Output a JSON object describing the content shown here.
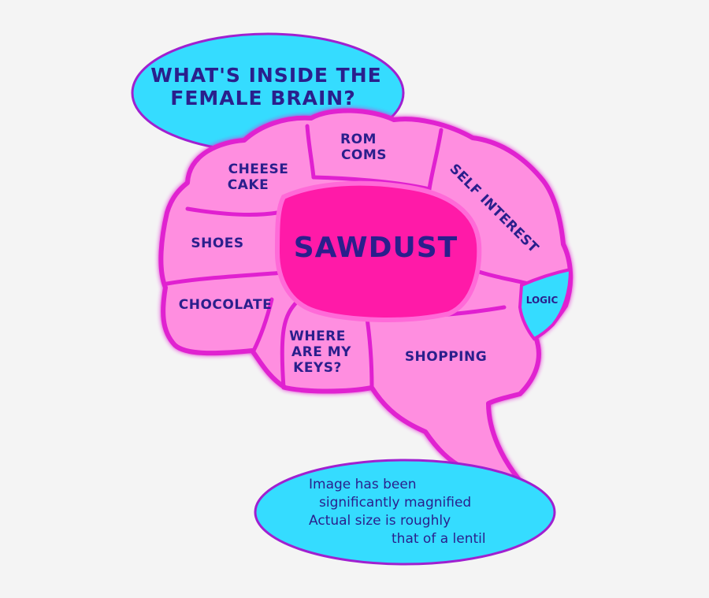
{
  "title": {
    "line1": "WHAT'S INSIDE THE",
    "line2": "FEMALE BRAIN?"
  },
  "regions": {
    "rom_coms": [
      "ROM",
      "COMS"
    ],
    "cheese_cake": [
      "CHEESE",
      "CAKE"
    ],
    "self_interest": "SELF INTEREST",
    "shoes": "SHOES",
    "sawdust": "SAWDUST",
    "logic": "LOGIC",
    "chocolate": "CHOCOLATE",
    "where_are_my_keys": [
      "WHERE",
      "ARE MY",
      "KEYS?"
    ],
    "shopping": "SHOPPING"
  },
  "caption": {
    "line1": "Image has been",
    "line2": "significantly magnified",
    "line3": "Actual size is roughly",
    "line4": "that of a lentil"
  },
  "colors": {
    "bubble_fill": "#35dcff",
    "bubble_stroke": "#a020d0",
    "brain_fill": "#ff8ee0",
    "brain_outline": "#e020d0",
    "center_fill": "#ff1aa8",
    "logic_fill": "#35dcff",
    "text": "#2a1f8c"
  }
}
